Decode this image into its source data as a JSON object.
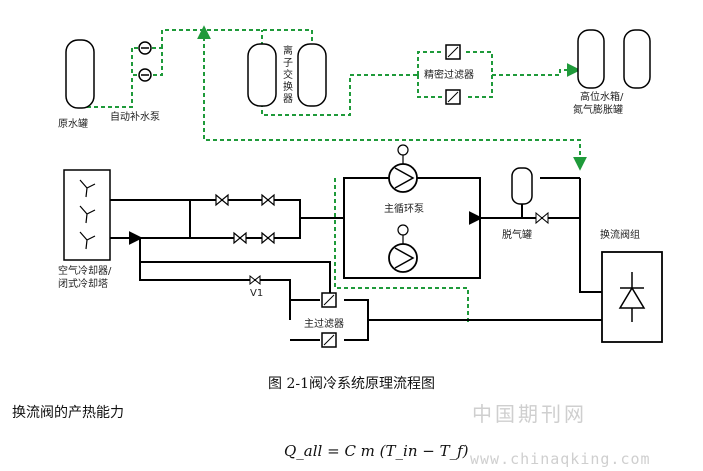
{
  "diagram": {
    "labels": {
      "raw_tank": "原水罐",
      "makeup_pump": "自动补水泵",
      "ion_exchanger_line1": "离",
      "ion_exchanger_line2": "子",
      "ion_exchanger_line3": "交",
      "ion_exchanger_line4": "换",
      "ion_exchanger_line5": "器",
      "precision_filter": "精密过滤器",
      "high_tank_line1": "高位水箱/",
      "high_tank_line2": "氮气膨胀罐",
      "main_pump": "主循环泵",
      "degas_tank": "脱气罐",
      "converter_valve_group": "换流阀组",
      "cooler_line1": "空气冷却器/",
      "cooler_line2": "闭式冷却塔",
      "main_filter": "主过滤器",
      "valve_tag": "V1"
    },
    "colors": {
      "main_loop": "#000000",
      "purification_loop": "#1f9a3a",
      "equipment_fill": "#ffffff"
    }
  },
  "figure_caption": "图 2-1阀冷系统原理流程图",
  "section_heading": "换流阀的产热能力",
  "formula": "Q_all = C m (T_in − T_f)",
  "watermark": {
    "line1": "中国期刊网",
    "line2": "www.chinaqking.com"
  }
}
